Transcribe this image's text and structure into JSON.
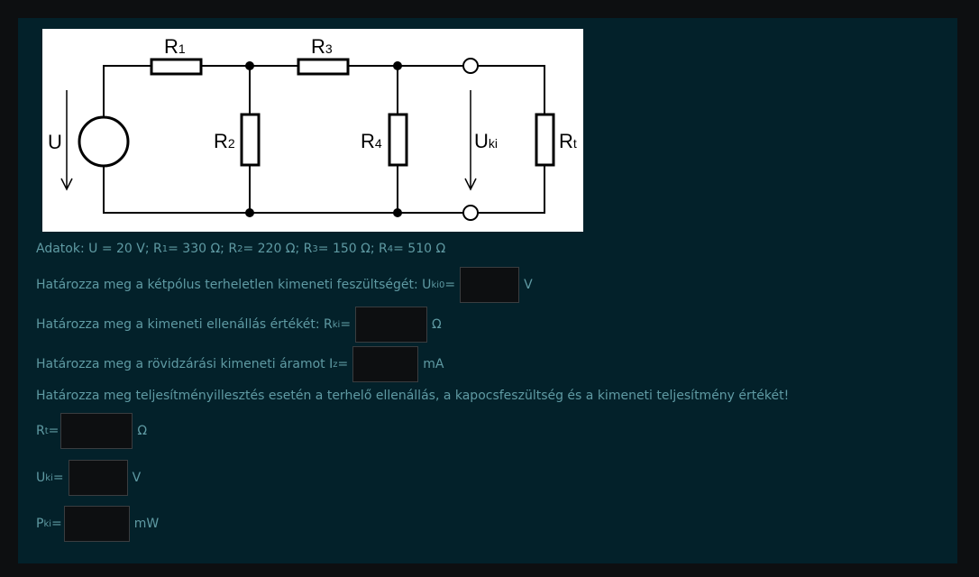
{
  "circuit": {
    "labels": {
      "r1": "R",
      "r1s": "1",
      "r3": "R",
      "r3s": "3",
      "r2": "R",
      "r2s": "2",
      "r4": "R",
      "r4s": "4",
      "u": "U",
      "uki": "U",
      "ukis": "ki",
      "rt": "R",
      "rts": "t"
    }
  },
  "data_line": {
    "prefix": "Adatok: U = 20 V; R",
    "s1": "1",
    "t1": " = 330 Ω; R",
    "s2": "2",
    "t2": " = 220 Ω; R",
    "s3": "3",
    "t3": " = 150 Ω; R",
    "s4": "4",
    "t4": " = 510 Ω"
  },
  "q1": {
    "text": "Határozza meg a kétpólus terheletlen kimeneti feszültségét: U",
    "sub": "ki0",
    "eq": " =",
    "unit": "V"
  },
  "q2": {
    "text": "Határozza meg a kimeneti ellenállás értékét: R",
    "sub": "ki",
    "eq": " =",
    "unit": "Ω"
  },
  "q3": {
    "text": "Határozza meg a rövidzárási kimeneti áramot I",
    "sub": "z",
    "eq": " =",
    "unit": "mA"
  },
  "q4": {
    "text": "Határozza meg teljesítményillesztés esetén a terhelő ellenállás, a kapocsfeszültség és a kimeneti teljesítmény értékét!"
  },
  "rt": {
    "text": "R",
    "sub": "t",
    "eq": " =",
    "unit": "Ω"
  },
  "uki": {
    "text": "U",
    "sub": "ki",
    "eq": " =",
    "unit": "V"
  },
  "pki": {
    "text": "P",
    "sub": "ki",
    "eq": " =",
    "unit": "mW"
  }
}
